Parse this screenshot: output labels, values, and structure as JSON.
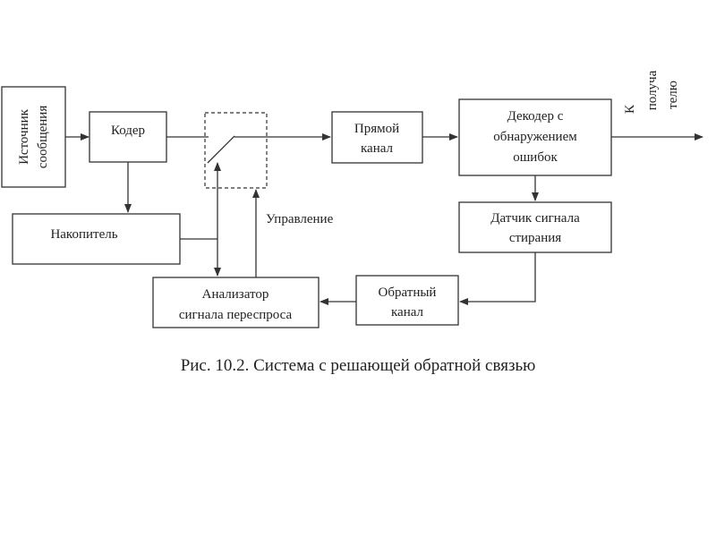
{
  "blocks": {
    "source": [
      "Источник",
      "сообщения"
    ],
    "coder": "Кодер",
    "accumulator": "Накопитель",
    "direct_channel": [
      "Прямой",
      "канал"
    ],
    "decoder": [
      "Декодер с",
      "обнаружением",
      "ошибок"
    ],
    "erasure_sensor": [
      "Датчик сигнала",
      "стирания"
    ],
    "analyzer": [
      "Анализатор",
      "сигнала переспроса"
    ],
    "reverse_channel": [
      "Обратный",
      "канал"
    ]
  },
  "labels": {
    "control": "Управление",
    "to_receiver": [
      "К",
      "получа",
      "телю"
    ]
  },
  "caption": "Рис. 10.2. Система с решающей обратной связью"
}
